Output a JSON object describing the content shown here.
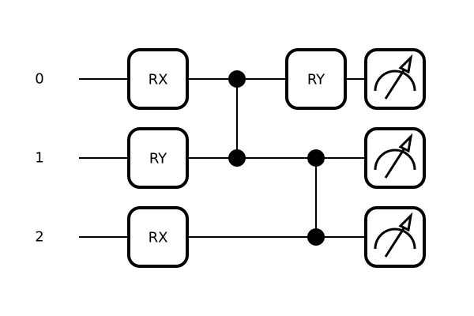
{
  "diagram": {
    "type": "quantum-circuit",
    "wires": [
      {
        "label": "0"
      },
      {
        "label": "1"
      },
      {
        "label": "2"
      }
    ],
    "gates": [
      {
        "name": "RX",
        "wire": 0,
        "column": 0
      },
      {
        "name": "RY",
        "wire": 1,
        "column": 0
      },
      {
        "name": "RX",
        "wire": 2,
        "column": 0
      },
      {
        "name": "RY",
        "wire": 0,
        "column": 2
      }
    ],
    "controls": [
      {
        "wires": [
          0,
          1
        ],
        "column": 1
      },
      {
        "wires": [
          1,
          2
        ],
        "column": 2
      }
    ],
    "measurements": [
      {
        "wire": 0,
        "column": 3
      },
      {
        "wire": 1,
        "column": 3
      },
      {
        "wire": 2,
        "column": 3
      }
    ]
  }
}
